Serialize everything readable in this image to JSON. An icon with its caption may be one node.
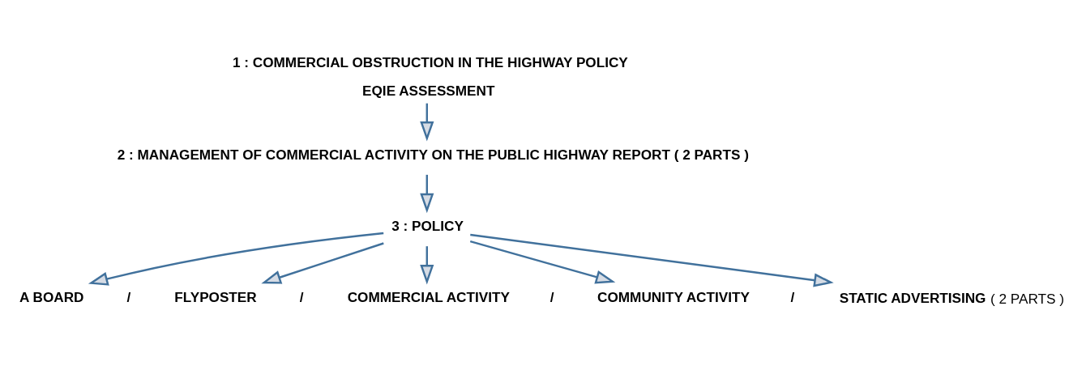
{
  "diagram": {
    "nodes": [
      {
        "text": [
          "1 : COMMERCIAL OBSTRUCTION IN THE HIGHWAY POLICY",
          "EQIE ASSESSMENT"
        ]
      },
      {
        "text": [
          "2 : MANAGEMENT OF COMMERCIAL ACTIVITY ON THE PUBLIC HIGHWAY REPORT ( 2 PARTS )"
        ]
      },
      {
        "text": [
          "3 : POLICY"
        ]
      },
      {
        "text": [
          "A BOARD"
        ]
      },
      {
        "text": [
          "FLYPOSTER"
        ]
      },
      {
        "text": [
          "COMMERCIAL ACTIVITY"
        ]
      },
      {
        "text": [
          "COMMUNITY ACTIVITY"
        ]
      },
      {
        "text": [
          "**STATIC ADVERTISING** ( 2 PARTS )"
        ]
      }
    ],
    "edges": [
      {
        "from": 0,
        "to": 1,
        "arrow": "to"
      },
      {
        "from": 1,
        "to": 2,
        "arrow": "to"
      },
      {
        "from": 2,
        "to": 3,
        "arrow": "to"
      },
      {
        "from": 2,
        "to": 4,
        "arrow": "to"
      },
      {
        "from": 2,
        "to": 5,
        "arrow": "to"
      },
      {
        "from": 2,
        "to": 6,
        "arrow": "to"
      },
      {
        "from": 2,
        "to": 7,
        "arrow": "to"
      }
    ],
    "labels": [
      "/",
      "/",
      "/",
      "/"
    ]
  }
}
